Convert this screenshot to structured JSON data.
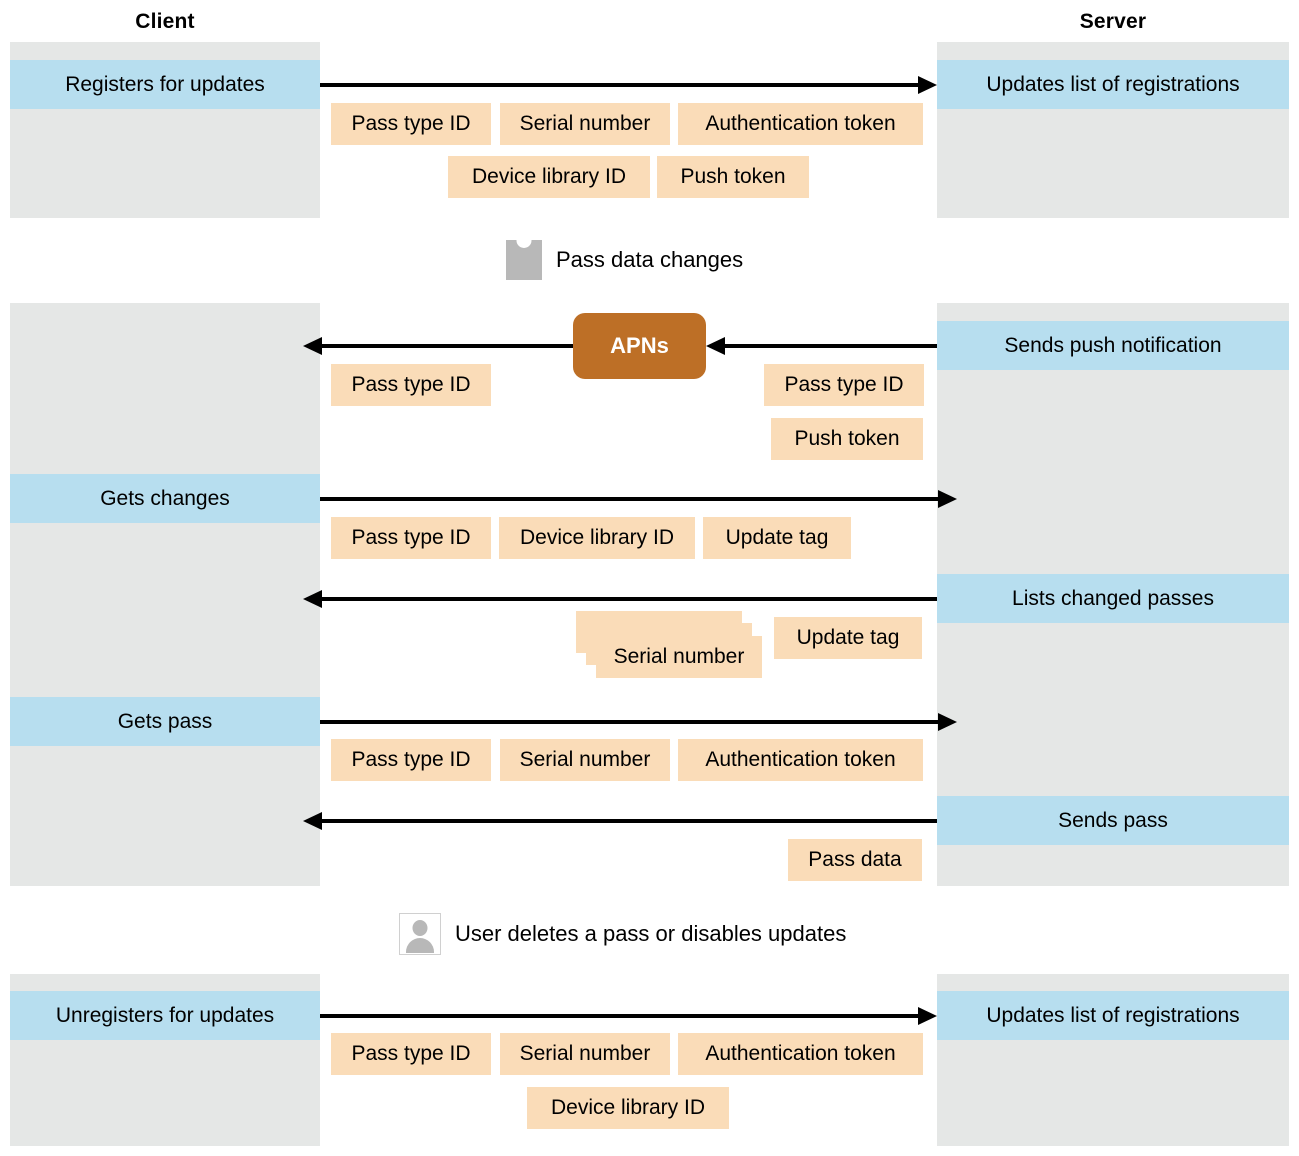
{
  "columns": {
    "client_label": "Client",
    "server_label": "Server"
  },
  "nodes": {
    "apns_label": "APNs"
  },
  "events": {
    "pass_data_changes": "Pass data changes",
    "user_deletes": "User deletes a pass or disables updates"
  },
  "phase_register": {
    "client_action": "Registers for updates",
    "server_action": "Updates list of registrations",
    "payload_row1": [
      "Pass type ID",
      "Serial number",
      "Authentication token"
    ],
    "payload_row2": [
      "Device library ID",
      "Push token"
    ]
  },
  "phase_update": {
    "server_push_action": "Sends push notification",
    "apns_to_server_payload": [
      "Pass type ID",
      "Push token"
    ],
    "apns_to_client_payload": [
      "Pass type ID"
    ],
    "client_gets_changes": "Gets changes",
    "gets_changes_payload": [
      "Pass type ID",
      "Device library ID",
      "Update tag"
    ],
    "server_lists_changed": "Lists changed passes",
    "lists_changed_payload_stack": "Serial number",
    "lists_changed_payload_tag": "Update tag",
    "client_gets_pass": "Gets pass",
    "gets_pass_payload": [
      "Pass type ID",
      "Serial number",
      "Authentication token"
    ],
    "server_sends_pass": "Sends pass",
    "sends_pass_payload": [
      "Pass data"
    ]
  },
  "phase_unregister": {
    "client_action": "Unregisters for updates",
    "server_action": "Updates list of registrations",
    "payload_row1": [
      "Pass type ID",
      "Serial number",
      "Authentication token"
    ],
    "payload_row2": [
      "Device library ID"
    ]
  },
  "colors": {
    "lane": "#e5e7e6",
    "action": "#b7deef",
    "chip": "#fadcb8",
    "apns": "#bd6f26",
    "icon_gray": "#b8b8b8",
    "arrow": "#000000"
  },
  "icons": {
    "pass": "pass-icon",
    "user": "user-icon"
  }
}
